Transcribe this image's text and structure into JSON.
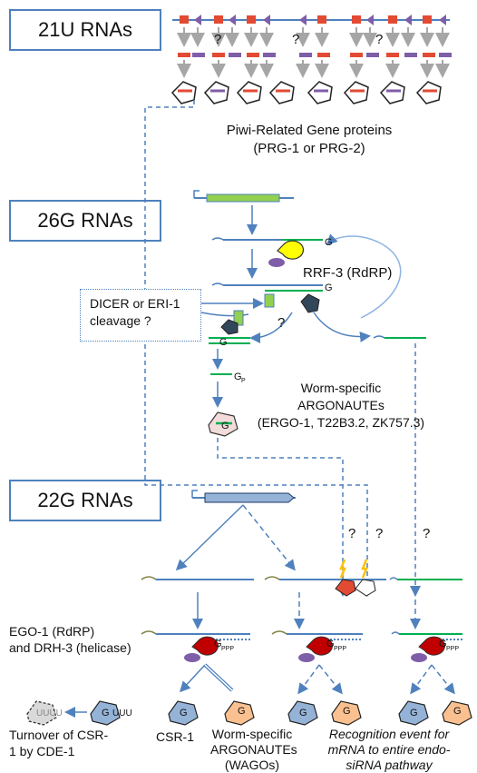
{
  "sections": {
    "s21u": "21U RNAs",
    "s26g": "26G RNAs",
    "s22g": "22G RNAs"
  },
  "labels": {
    "piwi_line1": "Piwi-Related Gene proteins",
    "piwi_line2": "(PRG-1 or PRG-2)",
    "rrf3": "RRF-3  (RdRP)",
    "dicer_line1": "DICER or ERI-1",
    "dicer_line2": "cleavage ?",
    "worm_ago_line1": "Worm-specific",
    "worm_ago_line2": "ARGONAUTEs",
    "worm_ago_line3": "(ERGO-1, T22B3.2, ZK757.3)",
    "ego_line1": "EGO-1  (RdRP)",
    "ego_line2": "and DRH-3 (helicase)",
    "turnover_line1": "Turnover of CSR-",
    "turnover_line2": "1 by CDE-1",
    "csr1": "CSR-1",
    "wago_line1": "Worm-specific",
    "wago_line2": "ARGONAUTEs",
    "wago_line3": "(WAGOs)",
    "recog_line1": "Recognition event for",
    "recog_line2": "mRNA to entire endo-",
    "recog_line3": "siRNA pathway",
    "q": "?",
    "g": "G",
    "gp": "G",
    "gp_sub": "P",
    "gppp": "G",
    "gppp_sub": "PPP",
    "uuu": "UUU",
    "uu": "UUUU"
  }
}
